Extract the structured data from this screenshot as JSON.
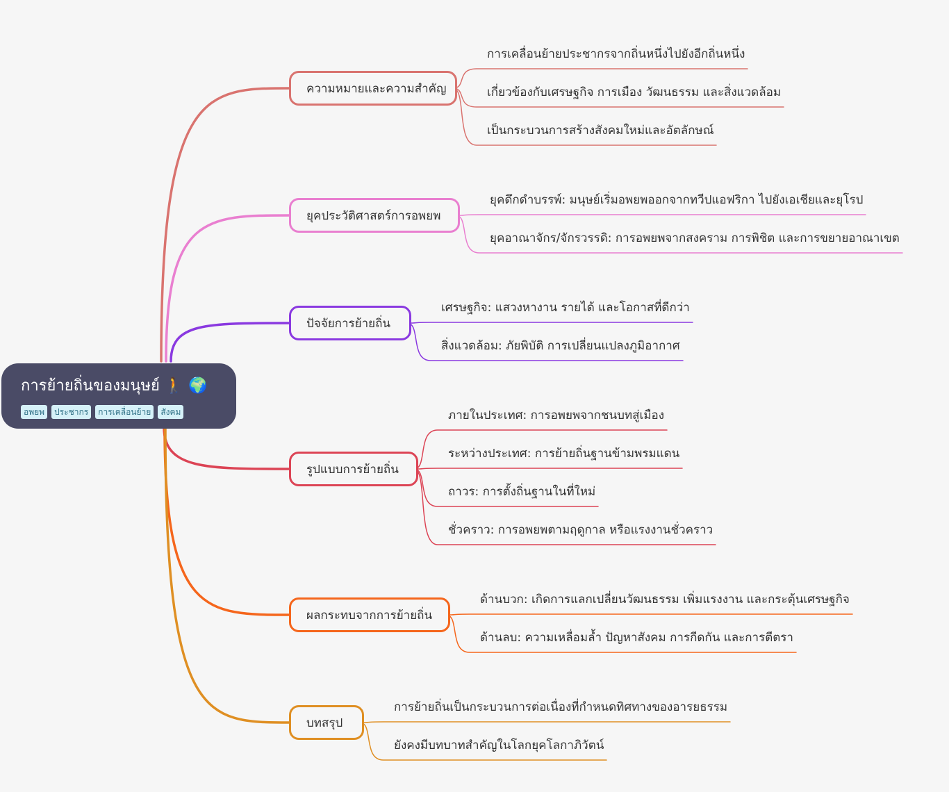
{
  "root": {
    "title": "การย้ายถิ่นของมนุษย์ 🚶 🌍",
    "tags": [
      "อพยพ",
      "ประชากร",
      "การเคลื่อนย้าย",
      "สังคม"
    ]
  },
  "colors": {
    "background": "#f6f6f6",
    "root": "#4a4b66",
    "branch_1": "#d9736f",
    "branch_2": "#e97fd0",
    "branch_3": "#8a39e0",
    "branch_4": "#dc4455",
    "branch_5": "#f5661c",
    "branch_6": "#df8f23"
  },
  "branches": [
    {
      "label": "ความหมายและความสำคัญ",
      "children": [
        "การเคลื่อนย้ายประชากรจากถิ่นหนึ่งไปยังอีกถิ่นหนึ่ง",
        "เกี่ยวข้องกับเศรษฐกิจ การเมือง วัฒนธรรม และสิ่งแวดล้อม",
        "เป็นกระบวนการสร้างสังคมใหม่และอัตลักษณ์"
      ]
    },
    {
      "label": "ยุคประวัติศาสตร์การอพยพ",
      "children": [
        "ยุคดึกดำบรรพ์: มนุษย์เริ่มอพยพออกจากทวีปแอฟริกา ไปยังเอเชียและยุโรป",
        "ยุคอาณาจักร/จักรวรรดิ: การอพยพจากสงคราม การพิชิต และการขยายอาณาเขต"
      ]
    },
    {
      "label": "ปัจจัยการย้ายถิ่น",
      "children": [
        "เศรษฐกิจ: แสวงหางาน รายได้ และโอกาสที่ดีกว่า",
        "สิ่งแวดล้อม: ภัยพิบัติ การเปลี่ยนแปลงภูมิอากาศ"
      ]
    },
    {
      "label": "รูปแบบการย้ายถิ่น",
      "children": [
        "ภายในประเทศ: การอพยพจากชนบทสู่เมือง",
        "ระหว่างประเทศ: การย้ายถิ่นฐานข้ามพรมแดน",
        "ถาวร: การตั้งถิ่นฐานในที่ใหม่",
        "ชั่วคราว: การอพยพตามฤดูกาล หรือแรงงานชั่วคราว"
      ]
    },
    {
      "label": "ผลกระทบจากการย้ายถิ่น",
      "children": [
        "ด้านบวก: เกิดการแลกเปลี่ยนวัฒนธรรม เพิ่มแรงงาน และกระตุ้นเศรษฐกิจ",
        "ด้านลบ: ความเหลื่อมล้ำ ปัญหาสังคม การกีดกัน และการตีตรา"
      ]
    },
    {
      "label": "บทสรุป",
      "children": [
        "การย้ายถิ่นเป็นกระบวนการต่อเนื่องที่กำหนดทิศทางของอารยธรรม",
        "ยังคงมีบทบาทสำคัญในโลกยุคโลกาภิวัตน์"
      ]
    }
  ]
}
